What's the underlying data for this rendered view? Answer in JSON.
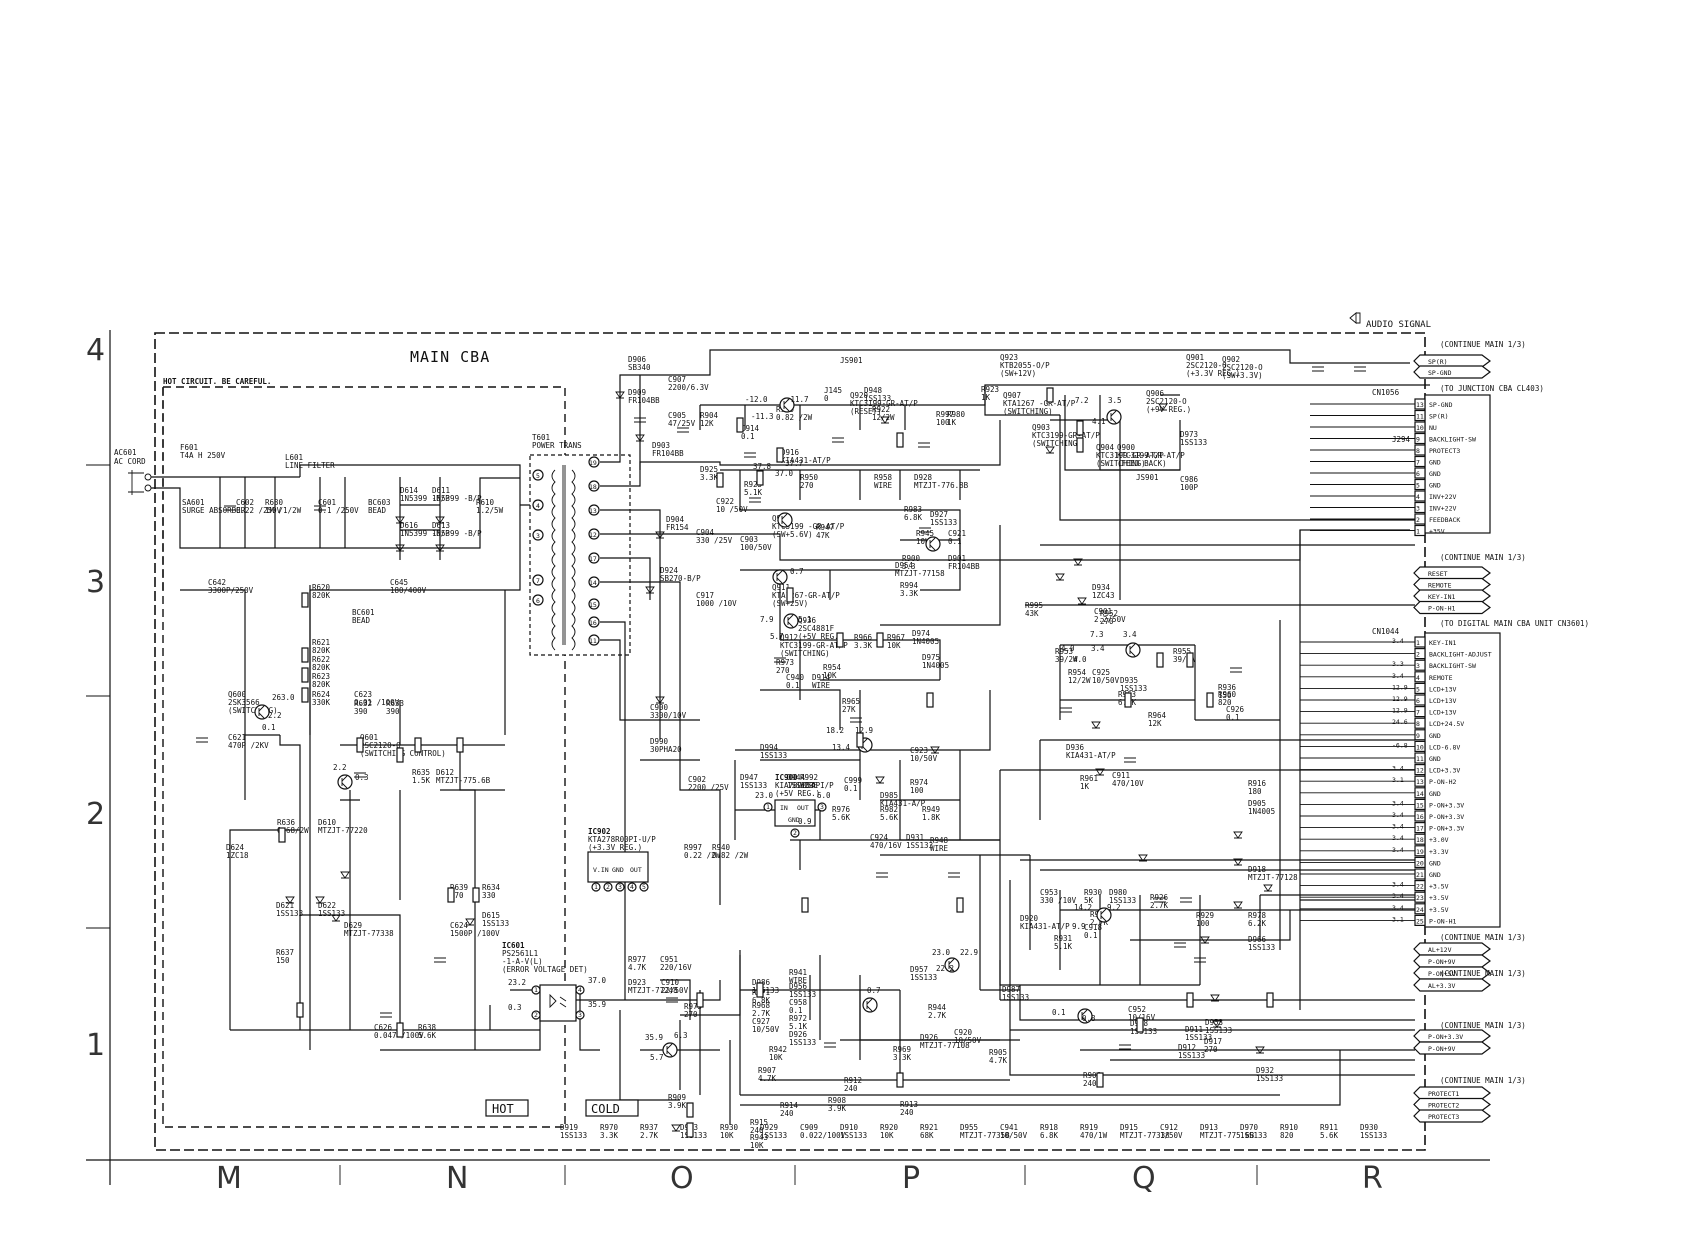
{
  "title": "MAIN CBA",
  "warning": "HOT CIRCUIT. BE CAREFUL.",
  "audio_signal": "AUDIO SIGNAL",
  "hot_label": "HOT",
  "cold_label": "COLD",
  "ac_input": {
    "ref": "AC601",
    "name": "AC CORD"
  },
  "row_labels": [
    "4",
    "3",
    "2",
    "1"
  ],
  "col_labels": [
    "M",
    "N",
    "O",
    "P",
    "Q",
    "R"
  ],
  "ics": [
    {
      "ref": "IC902",
      "part": "KTA278R00PI-U/P",
      "note": "(+3.3V REG.)"
    },
    {
      "ref": "IC900",
      "part": "KIA78D05API/P",
      "note": "(+5V REG.)"
    },
    {
      "ref": "IC601",
      "part": "PS2561L1",
      "note": "-1-A-V(L)",
      "note2": "(ERROR VOLTAGE DET)"
    }
  ],
  "transformer": {
    "ref": "T601",
    "name": "POWER TRANS"
  },
  "parts": [
    {
      "ref": "F601",
      "value": "T4A H 250V"
    },
    {
      "ref": "L601",
      "value": "LINE FILTER"
    },
    {
      "ref": "SA601",
      "value": "SURGE ABSORBER"
    },
    {
      "ref": "C602",
      "value": "0.22 /250V"
    },
    {
      "ref": "R630",
      "value": "1M /1/2W"
    },
    {
      "ref": "C601",
      "value": "0.1 /250V"
    },
    {
      "ref": "BC603",
      "value": "BEAD"
    },
    {
      "ref": "D614",
      "value": "1N5399 -B/P"
    },
    {
      "ref": "D611",
      "value": "1N5399 -B/P"
    },
    {
      "ref": "R610",
      "value": "1.2/5W"
    },
    {
      "ref": "D616",
      "value": "1N5399 -B/P"
    },
    {
      "ref": "D613",
      "value": "1N5399 -B/P"
    },
    {
      "ref": "C642",
      "value": "3300P/250V"
    },
    {
      "ref": "R620",
      "value": "820K"
    },
    {
      "ref": "C645",
      "value": "180/400V"
    },
    {
      "ref": "BC601",
      "value": "BEAD"
    },
    {
      "ref": "R621",
      "value": "820K"
    },
    {
      "ref": "R622",
      "value": "820K"
    },
    {
      "ref": "R623",
      "value": "820K"
    },
    {
      "ref": "R624",
      "value": "330K"
    },
    {
      "ref": "Q600",
      "value": "2SK3566 (SWITCHING)"
    },
    {
      "ref": "C621",
      "value": "470P /2KV"
    },
    {
      "ref": "C623",
      "value": "0.01 /100V"
    },
    {
      "ref": "R632",
      "value": "390"
    },
    {
      "ref": "R633",
      "value": "390"
    },
    {
      "ref": "Q601",
      "value": "2SC2120-O (SWITCHING CONTROL)"
    },
    {
      "ref": "R635",
      "value": "1.5K"
    },
    {
      "ref": "D612",
      "value": "MTZJT-775.6B"
    },
    {
      "ref": "R636",
      "value": "0.68/2W"
    },
    {
      "ref": "D610",
      "value": "MTZJT-77220"
    },
    {
      "ref": "D624",
      "value": "1ZC18"
    },
    {
      "ref": "D621",
      "value": "1SS133"
    },
    {
      "ref": "D622",
      "value": "1SS133"
    },
    {
      "ref": "D629",
      "value": "MTZJT-77338"
    },
    {
      "ref": "R637",
      "value": "150"
    },
    {
      "ref": "R639",
      "value": "270"
    },
    {
      "ref": "R634",
      "value": "330"
    },
    {
      "ref": "D615",
      "value": "1SS133"
    },
    {
      "ref": "C624",
      "value": "1500P /100V"
    },
    {
      "ref": "C626",
      "value": "0.047 /100V"
    },
    {
      "ref": "R638",
      "value": "5.6K"
    },
    {
      "ref": "D906",
      "value": "SB340"
    },
    {
      "ref": "D909",
      "value": "FR104BB"
    },
    {
      "ref": "C907",
      "value": "2200/6.3V"
    },
    {
      "ref": "C905",
      "value": "47/25V"
    },
    {
      "ref": "R904",
      "value": "12K"
    },
    {
      "ref": "D903",
      "value": "FR104BB"
    },
    {
      "ref": "C900",
      "value": "3300/10V"
    },
    {
      "ref": "D990",
      "value": "30PHA20"
    },
    {
      "ref": "D904",
      "value": "FR154"
    },
    {
      "ref": "C904",
      "value": "330 /25V"
    },
    {
      "ref": "D924",
      "value": "SB270-B/P"
    },
    {
      "ref": "C917",
      "value": "1000 /10V"
    },
    {
      "ref": "C902",
      "value": "2200 /25V"
    },
    {
      "ref": "R997",
      "value": "0.22 /2W"
    },
    {
      "ref": "R940",
      "value": "0.82 /2W"
    },
    {
      "ref": "R939",
      "value": "0.82 /2W"
    },
    {
      "ref": "Q908",
      "value": "KTC3199 -GR-AT/P (SW+5.6V)"
    },
    {
      "ref": "Q911",
      "value": "KTA1267-GR-AT/P (SW+25V)"
    },
    {
      "ref": "Q912",
      "value": "KTC3199-GR-AT/P (SWITCHING)"
    },
    {
      "ref": "Q936",
      "value": "2SC4881F (+5V REG.)"
    },
    {
      "ref": "Q920",
      "value": "KTC3199-GR-AT/P (RESET)"
    },
    {
      "ref": "Q923",
      "value": "KTB2055-O/P (SW+12V)"
    },
    {
      "ref": "Q901",
      "value": "2SC2120-O (+3.3V REG.)"
    },
    {
      "ref": "Q902",
      "value": "2SC2120-O (SW+3.3V)"
    },
    {
      "ref": "Q906",
      "value": "2SC2120-O (+9V REG.)"
    },
    {
      "ref": "Q907",
      "value": "KTA1267 -GR-AT/P (SWITCHING)"
    },
    {
      "ref": "Q903",
      "value": "KTC3199-GR-AT/P (SWITCHING)"
    },
    {
      "ref": "Q904",
      "value": "KTC3199-GR-AT/P (SWITCHING)"
    },
    {
      "ref": "Q900",
      "value": "KTC3199-GR-AT/P (FEED BACK)"
    },
    {
      "ref": "JS901",
      "value": ""
    },
    {
      "ref": "D973",
      "value": "1SS133"
    },
    {
      "ref": "C986",
      "value": "100P"
    },
    {
      "ref": "J145",
      "value": "0"
    },
    {
      "ref": "D948",
      "value": "1SS133"
    },
    {
      "ref": "R922",
      "value": "12/2W"
    },
    {
      "ref": "R980",
      "value": "1K"
    },
    {
      "ref": "R923",
      "value": "1K"
    },
    {
      "ref": "R997",
      "value": "100"
    },
    {
      "ref": "C914",
      "value": "0.1"
    },
    {
      "ref": "D916",
      "value": "KIA431-AT/P"
    },
    {
      "ref": "D925",
      "value": "3.3K"
    },
    {
      "ref": "R925",
      "value": "5.1K"
    },
    {
      "ref": "R950",
      "value": "270"
    },
    {
      "ref": "R958",
      "value": "WIRE"
    },
    {
      "ref": "D928",
      "value": "MTZJT-776.8B"
    },
    {
      "ref": "C922",
      "value": "10 /50V"
    },
    {
      "ref": "R983",
      "value": "6.8K"
    },
    {
      "ref": "D927",
      "value": "1SS133"
    },
    {
      "ref": "R947",
      "value": "47K"
    },
    {
      "ref": "R945",
      "value": "10K"
    },
    {
      "ref": "C921",
      "value": "0.1"
    },
    {
      "ref": "R900",
      "value": "3.3"
    },
    {
      "ref": "D901",
      "value": "FR104BB"
    },
    {
      "ref": "C903",
      "value": "100/50V"
    },
    {
      "ref": "D954",
      "value": "MTZJT-77158"
    },
    {
      "ref": "R994",
      "value": "3.3K"
    },
    {
      "ref": "D934",
      "value": "1ZC43"
    },
    {
      "ref": "R995",
      "value": "43K"
    },
    {
      "ref": "C901",
      "value": "2.2/50V"
    },
    {
      "ref": "R952",
      "value": "270"
    },
    {
      "ref": "R973",
      "value": "270"
    },
    {
      "ref": "C940",
      "value": "0.1"
    },
    {
      "ref": "D914",
      "value": "WIRE"
    },
    {
      "ref": "R954",
      "value": "10K"
    },
    {
      "ref": "R965",
      "value": "27K"
    },
    {
      "ref": "R966",
      "value": "3.3K"
    },
    {
      "ref": "R967",
      "value": "10K"
    },
    {
      "ref": "D974",
      "value": "1N4005"
    },
    {
      "ref": "D975",
      "value": "1N4005"
    },
    {
      "ref": "D994",
      "value": "1SS133"
    },
    {
      "ref": "D947",
      "value": "1SS133"
    },
    {
      "ref": "D944",
      "value": "1SS133"
    },
    {
      "ref": "R992",
      "value": "WIRE"
    },
    {
      "ref": "C923",
      "value": "10/50V"
    },
    {
      "ref": "R974",
      "value": "100"
    },
    {
      "ref": "C999",
      "value": "0.1"
    },
    {
      "ref": "D985",
      "value": "KIA431-A/P"
    },
    {
      "ref": "R976",
      "value": "5.6K"
    },
    {
      "ref": "R982",
      "value": "5.6K"
    },
    {
      "ref": "R949",
      "value": "1.8K"
    },
    {
      "ref": "R948",
      "value": "WIRE"
    },
    {
      "ref": "C924",
      "value": "470/16V"
    },
    {
      "ref": "D931",
      "value": "1SS133"
    },
    {
      "ref": "R953",
      "value": "39/2W"
    },
    {
      "ref": "R955",
      "value": "39/2W"
    },
    {
      "ref": "R954",
      "value": "12/2W"
    },
    {
      "ref": "C925",
      "value": "10/50V"
    },
    {
      "ref": "R963",
      "value": "6.8K"
    },
    {
      "ref": "D935",
      "value": "1SS133"
    },
    {
      "ref": "R964",
      "value": "12K"
    },
    {
      "ref": "R936",
      "value": "150"
    },
    {
      "ref": "C926",
      "value": "0.1"
    },
    {
      "ref": "R960",
      "value": "820"
    },
    {
      "ref": "D936",
      "value": "KIA431-AT/P"
    },
    {
      "ref": "R961",
      "value": "1K"
    },
    {
      "ref": "C911",
      "value": "470/10V"
    },
    {
      "ref": "R916",
      "value": "180"
    },
    {
      "ref": "D905",
      "value": "1N4005"
    },
    {
      "ref": "D918",
      "value": "MTZJT-77128"
    },
    {
      "ref": "C953",
      "value": "330 /10V"
    },
    {
      "ref": "R930",
      "value": "5K"
    },
    {
      "ref": "D980",
      "value": "1SS133"
    },
    {
      "ref": "R985",
      "value": "2.7K"
    },
    {
      "ref": "R926",
      "value": "2.7K"
    },
    {
      "ref": "R929",
      "value": "100"
    },
    {
      "ref": "C918",
      "value": "0.1"
    },
    {
      "ref": "D920",
      "value": "KIA431-AT/P"
    },
    {
      "ref": "R931",
      "value": "5.1K"
    },
    {
      "ref": "R978",
      "value": "6.2K"
    },
    {
      "ref": "D966",
      "value": "1SS133"
    },
    {
      "ref": "R977",
      "value": "4.7K"
    },
    {
      "ref": "C951",
      "value": "220/16V"
    },
    {
      "ref": "D923",
      "value": "MTZJT-77248"
    },
    {
      "ref": "C910",
      "value": "22/50V"
    },
    {
      "ref": "D957",
      "value": "1SS133"
    },
    {
      "ref": "D987",
      "value": "1SS133"
    },
    {
      "ref": "D986",
      "value": "1SS133"
    },
    {
      "ref": "R941",
      "value": "WIRE"
    },
    {
      "ref": "R971",
      "value": "6.8K"
    },
    {
      "ref": "D956",
      "value": "1SS133"
    },
    {
      "ref": "R968",
      "value": "2.7K"
    },
    {
      "ref": "C958",
      "value": "0.1"
    },
    {
      "ref": "C927",
      "value": "10/50V"
    },
    {
      "ref": "R972",
      "value": "5.1K"
    },
    {
      "ref": "D926",
      "value": "1SS133"
    },
    {
      "ref": "R944",
      "value": "2.7K"
    },
    {
      "ref": "C920",
      "value": "10/50V"
    },
    {
      "ref": "D926",
      "value": "MTZJT-77108"
    },
    {
      "ref": "C952",
      "value": "10/16V"
    },
    {
      "ref": "D988",
      "value": "1SS133"
    },
    {
      "ref": "D953",
      "value": "1SS133"
    },
    {
      "ref": "D911",
      "value": "1SS133"
    },
    {
      "ref": "D917",
      "value": "270"
    },
    {
      "ref": "D912",
      "value": "1SS133"
    },
    {
      "ref": "R975",
      "value": "270"
    },
    {
      "ref": "R942",
      "value": "10K"
    },
    {
      "ref": "R969",
      "value": "3.3K"
    },
    {
      "ref": "R905",
      "value": "4.7K"
    },
    {
      "ref": "R906",
      "value": "240"
    },
    {
      "ref": "R907",
      "value": "4.7K"
    },
    {
      "ref": "R912",
      "value": "240"
    },
    {
      "ref": "R908",
      "value": "3.9K"
    },
    {
      "ref": "R913",
      "value": "240"
    },
    {
      "ref": "R909",
      "value": "3.9K"
    },
    {
      "ref": "R914",
      "value": "240"
    },
    {
      "ref": "R915",
      "value": "240"
    },
    {
      "ref": "R943",
      "value": "10K"
    },
    {
      "ref": "D932",
      "value": "1SS133"
    },
    {
      "ref": "D919",
      "value": "1SS133"
    },
    {
      "ref": "R970",
      "value": "3.3K"
    },
    {
      "ref": "R937",
      "value": "2.7K"
    },
    {
      "ref": "D943",
      "value": "1SS133"
    },
    {
      "ref": "R930",
      "value": "10K"
    },
    {
      "ref": "D929",
      "value": "1SS133"
    },
    {
      "ref": "C909",
      "value": "0.022/100V"
    },
    {
      "ref": "D910",
      "value": "1SS133"
    },
    {
      "ref": "R920",
      "value": "10K"
    },
    {
      "ref": "R921",
      "value": "68K"
    },
    {
      "ref": "D955",
      "value": "MTZJT-7735B"
    },
    {
      "ref": "C941",
      "value": "10/50V"
    },
    {
      "ref": "R918",
      "value": "6.8K"
    },
    {
      "ref": "R919",
      "value": "470/1W"
    },
    {
      "ref": "D915",
      "value": "MTZJT-77338"
    },
    {
      "ref": "C912",
      "value": "1/50V"
    },
    {
      "ref": "D913",
      "value": "MTZJT-775.6B"
    },
    {
      "ref": "D970",
      "value": "1SS133"
    },
    {
      "ref": "R910",
      "value": "820"
    },
    {
      "ref": "R911",
      "value": "5.6K"
    },
    {
      "ref": "D930",
      "value": "1SS133"
    }
  ],
  "voltages": [
    "263.0",
    "2.2",
    "0.1",
    "2.2",
    "0.3",
    "23.2",
    "0.3",
    "37.0",
    "35.9",
    "35.9",
    "6.3",
    "5.7",
    "-12.0",
    "-11.7",
    "-11.3",
    "37.8",
    "37.7",
    "37.0",
    "0.7",
    "7.9",
    "5.1",
    "5.7",
    "18.2",
    "12.9",
    "13.4",
    "23.0",
    "6.0",
    "0.9",
    "4.0",
    "3.4",
    "7.2",
    "3.5",
    "4.1",
    "7.3",
    "3.4",
    "4.0",
    "14.2",
    "9.2",
    "9.9",
    "23.0",
    "22.9",
    "22.2",
    "0.7",
    "0.1",
    "0.8"
  ],
  "connectors": [
    {
      "ref": "CN1056",
      "note": "(TO JUNCTION CBA CL403)",
      "header": "(CONTINUE MAIN 1/3)",
      "pins": [
        {
          "n": "13",
          "name": "SP-GND"
        },
        {
          "n": "11",
          "name": "SP(R)"
        },
        {
          "n": "10",
          "name": "NU"
        },
        {
          "n": "9",
          "name": "BACKLIGHT-SW"
        },
        {
          "n": "8",
          "name": "PROTECT3"
        },
        {
          "n": "7",
          "name": "GND"
        },
        {
          "n": "6",
          "name": "GND"
        },
        {
          "n": "5",
          "name": "GND"
        },
        {
          "n": "4",
          "name": "INV+22V"
        },
        {
          "n": "3",
          "name": "INV+22V"
        },
        {
          "n": "2",
          "name": "FEEDBACK"
        },
        {
          "n": "1",
          "name": "+35V"
        }
      ]
    },
    {
      "ref": "CN1044",
      "note": "(TO DIGITAL MAIN CBA UNIT CN3601)",
      "header": "(CONTINUE MAIN 1/3)",
      "pins": [
        {
          "n": "1",
          "name": "KEY-IN1",
          "v": "3.4"
        },
        {
          "n": "2",
          "name": "BACKLIGHT-ADJUST",
          "v": ""
        },
        {
          "n": "3",
          "name": "BACKLIGHT-SW",
          "v": "3.3"
        },
        {
          "n": "4",
          "name": "REMOTE",
          "v": "3.4"
        },
        {
          "n": "5",
          "name": "LCD+13V",
          "v": "12.9"
        },
        {
          "n": "6",
          "name": "LCD+13V",
          "v": "12.9"
        },
        {
          "n": "7",
          "name": "LCD+13V",
          "v": "12.9"
        },
        {
          "n": "8",
          "name": "LCD+24.5V",
          "v": "24.6"
        },
        {
          "n": "9",
          "name": "GND",
          "v": ""
        },
        {
          "n": "10",
          "name": "LCD-6.8V",
          "v": "-6.8"
        },
        {
          "n": "11",
          "name": "GND",
          "v": ""
        },
        {
          "n": "12",
          "name": "LCD+3.3V",
          "v": "3.4"
        },
        {
          "n": "13",
          "name": "P-ON-H2",
          "v": "3.1"
        },
        {
          "n": "14",
          "name": "GND",
          "v": ""
        },
        {
          "n": "15",
          "name": "P-ON+3.3V",
          "v": "3.4"
        },
        {
          "n": "16",
          "name": "P-ON+3.3V",
          "v": "3.4"
        },
        {
          "n": "17",
          "name": "P-ON+3.3V",
          "v": "3.4"
        },
        {
          "n": "18",
          "name": "+3.0V",
          "v": "3.4"
        },
        {
          "n": "19",
          "name": "+3.3V",
          "v": "3.4"
        },
        {
          "n": "20",
          "name": "GND",
          "v": ""
        },
        {
          "n": "21",
          "name": "GND",
          "v": ""
        },
        {
          "n": "22",
          "name": "+3.5V",
          "v": "3.4"
        },
        {
          "n": "23",
          "name": "+3.5V",
          "v": "3.4"
        },
        {
          "n": "24",
          "name": "+3.5V",
          "v": "3.4"
        },
        {
          "n": "25",
          "name": "P-ON-H1",
          "v": "3.1"
        }
      ]
    }
  ],
  "offsheet_top": [
    "SP(R)",
    "SP-GND"
  ],
  "offsheet_mid": [
    "RESET",
    "REMOTE",
    "KEY-IN1",
    "P-ON-H1"
  ],
  "offsheet_low1": [
    "AL+12V",
    "P-ON+9V",
    "P-ON+5V",
    "AL+3.3V"
  ],
  "offsheet_low2": [
    "P-ON+3.3V",
    "P-ON+9V"
  ],
  "offsheet_low3": [
    "PROTECT1",
    "PROTECT2",
    "PROTECT3"
  ],
  "continue_label": "(CONTINUE MAIN 1/3)",
  "jumper": "J294"
}
